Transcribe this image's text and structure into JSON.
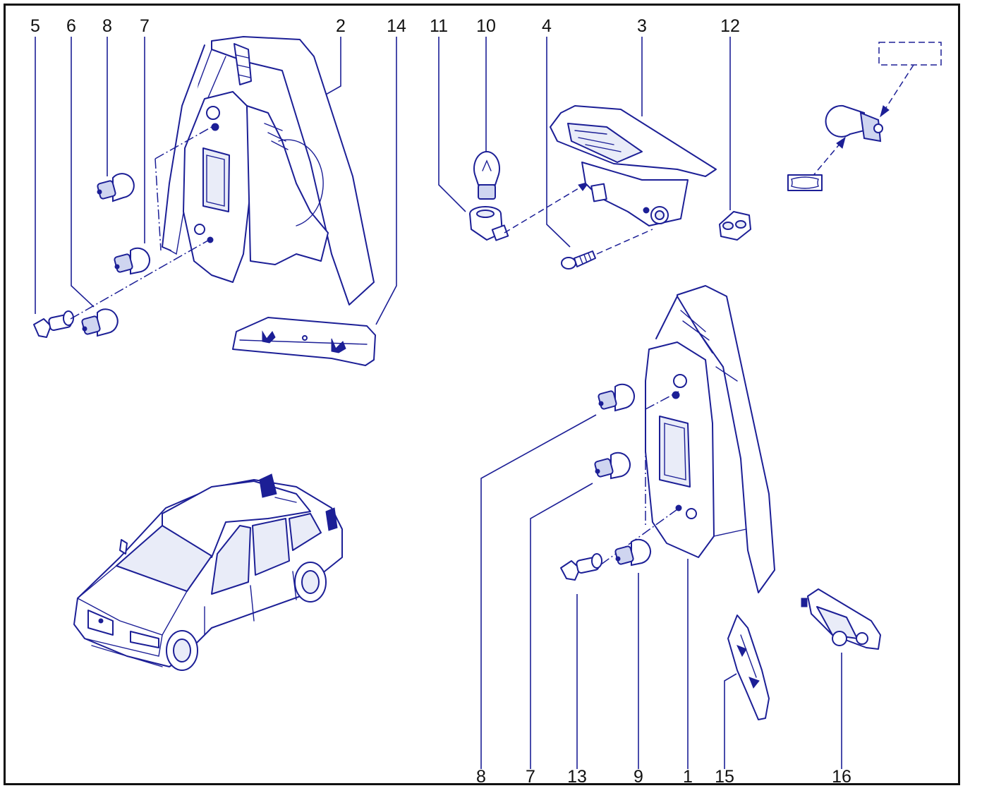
{
  "diagram": {
    "callouts_top": [
      "5",
      "6",
      "8",
      "7",
      "2",
      "14",
      "11",
      "10",
      "4",
      "3",
      "12"
    ],
    "callouts_bottom": [
      "8",
      "7",
      "13",
      "9",
      "1",
      "15",
      "16"
    ],
    "colors": {
      "line": "#1c1f96",
      "label": "#111111",
      "frame": "#111111",
      "shade": "#e9ecf8"
    }
  }
}
